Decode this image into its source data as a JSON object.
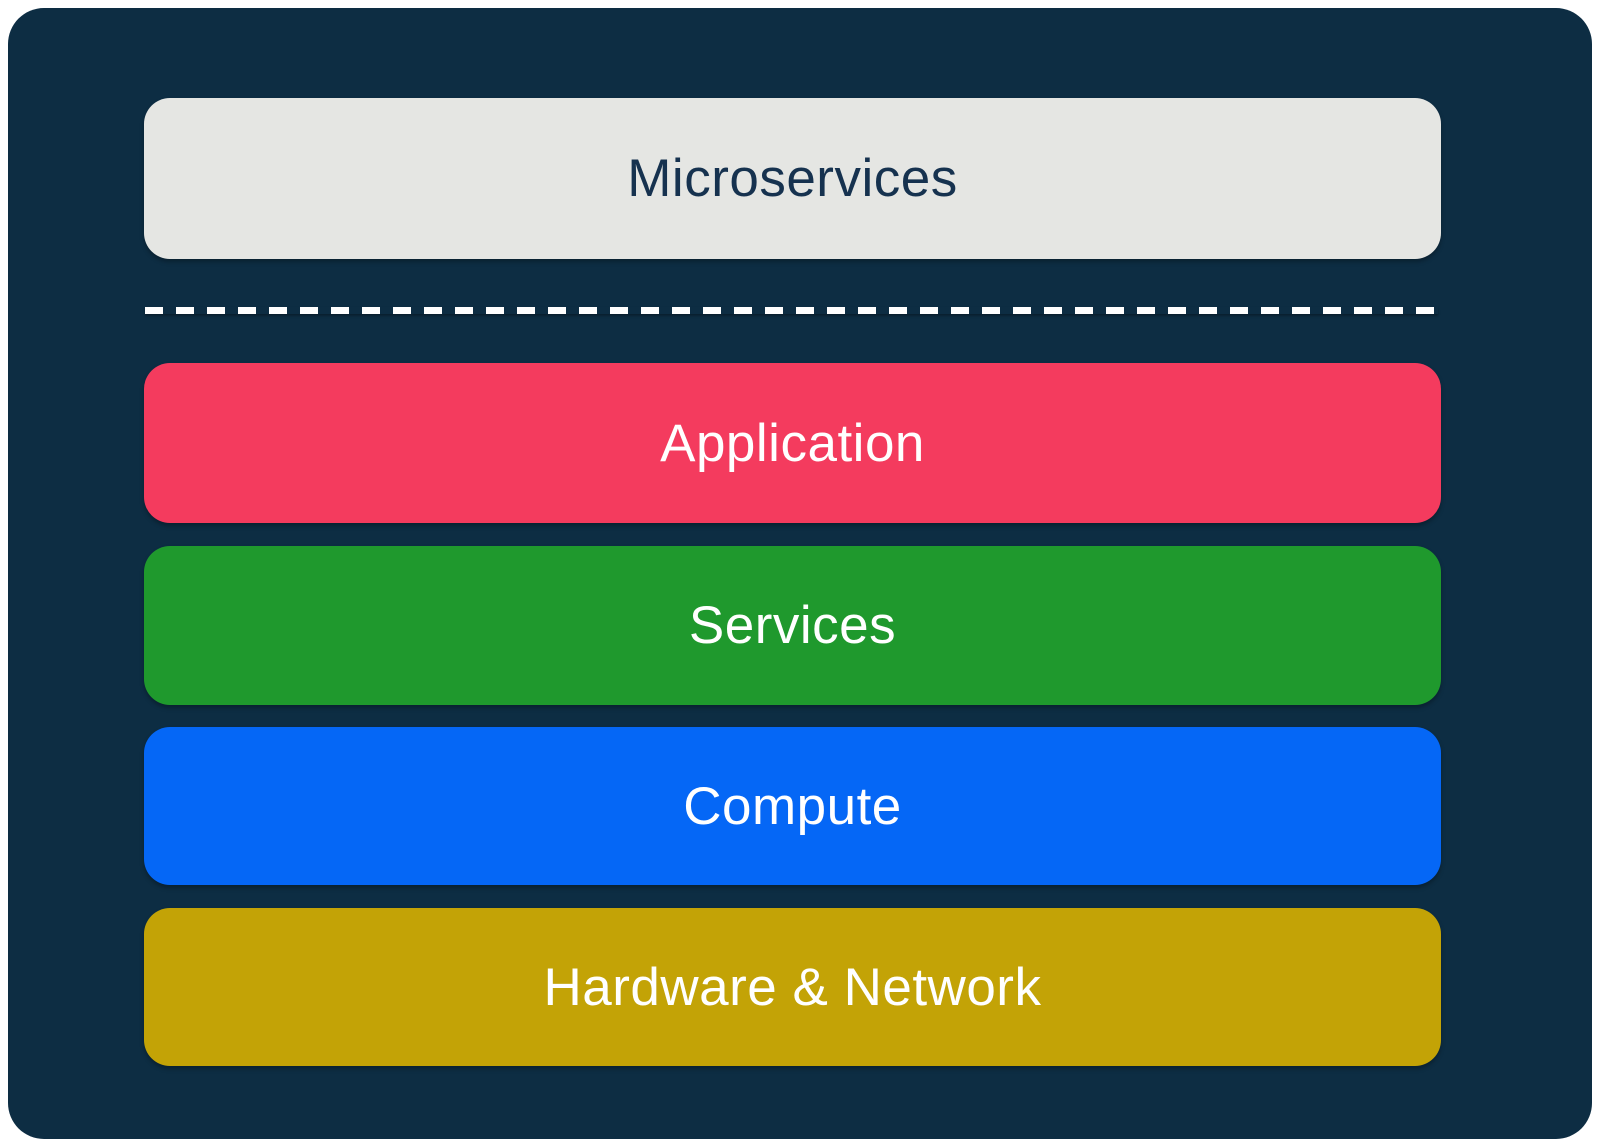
{
  "diagram": {
    "type": "layer-stack",
    "panel_color": "#0d2d43",
    "page_background": "#ffffff",
    "divider": {
      "style": "dashed",
      "color": "#ffffff"
    },
    "layers": [
      {
        "label": "Microservices",
        "bg": "#e5e6e3",
        "text_color": "#16324f"
      },
      {
        "label": "Application",
        "bg": "#f43b5e",
        "text_color": "#ffffff"
      },
      {
        "label": "Services",
        "bg": "#1f992d",
        "text_color": "#ffffff"
      },
      {
        "label": "Compute",
        "bg": "#0567f6",
        "text_color": "#ffffff"
      },
      {
        "label": "Hardware & Network",
        "bg": "#c3a306",
        "text_color": "#ffffff"
      }
    ]
  }
}
